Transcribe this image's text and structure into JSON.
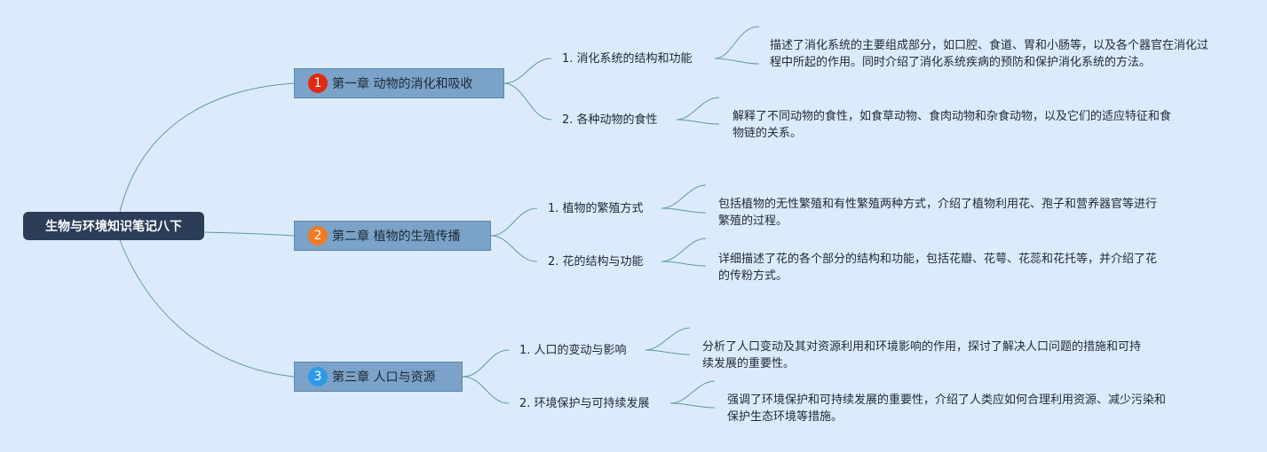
{
  "root": {
    "title": "生物与环境知识笔记八下"
  },
  "colors": {
    "background": "#dcebfb",
    "root_fill": "#2c3e57",
    "chapter_fill": "#7ba2c8",
    "link": "#5d9a9a",
    "badges": [
      "#e02a12",
      "#ef7a22",
      "#2c9ae8"
    ]
  },
  "chapters": [
    {
      "badge": "1",
      "title": "第一章 动物的消化和吸收",
      "sections": [
        {
          "title": "1. 消化系统的结构和功能",
          "desc": "描述了消化系统的主要组成部分，如口腔、食道、胃和小肠等，以及各个器官在消化过程中所起的作用。同时介绍了消化系统疾病的预防和保护消化系统的方法。"
        },
        {
          "title": "2. 各种动物的食性",
          "desc": "解释了不同动物的食性，如食草动物、食肉动物和杂食动物，以及它们的适应特征和食物链的关系。"
        }
      ]
    },
    {
      "badge": "2",
      "title": "第二章 植物的生殖传播",
      "sections": [
        {
          "title": "1. 植物的繁殖方式",
          "desc": "包括植物的无性繁殖和有性繁殖两种方式，介绍了植物利用花、孢子和营养器官等进行繁殖的过程。"
        },
        {
          "title": "2. 花的结构与功能",
          "desc": "详细描述了花的各个部分的结构和功能，包括花瓣、花萼、花蕊和花托等，并介绍了花的传粉方式。"
        }
      ]
    },
    {
      "badge": "3",
      "title": "第三章 人口与资源",
      "sections": [
        {
          "title": "1. 人口的变动与影响",
          "desc": "分析了人口变动及其对资源利用和环境影响的作用，探讨了解决人口问题的措施和可持续发展的重要性。"
        },
        {
          "title": "2. 环境保护与可持续发展",
          "desc": "强调了环境保护和可持续发展的重要性，介绍了人类应如何合理利用资源、减少污染和保护生态环境等措施。"
        }
      ]
    }
  ]
}
